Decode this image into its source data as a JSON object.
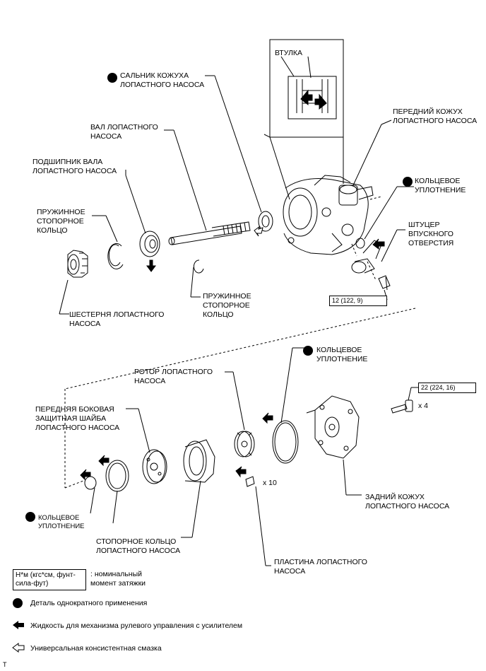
{
  "labels": {
    "oil_seal": "САЛЬНИК КОЖУХА\nЛОПАСТНОГО НАСОСА",
    "bushing": "ВТУЛКА",
    "shaft": "ВАЛ ЛОПАСТНОГО\nНАСОСА",
    "shaft_bearing": "ПОДШИПНИК ВАЛА\nЛОПАСТНОГО НАСОСА",
    "front_housing": "ПЕРЕДНИЙ КОЖУХ\nЛОПАСТНОГО НАСОСА",
    "oring_top": "КОЛЬЦЕВОЕ\nУПЛОТНЕНИЕ",
    "snap_ring_left": "ПРУЖИННОЕ\nСТОПОРНОЕ\nКОЛЬЦО",
    "suction_port": "ШТУЦЕР\nВПУСКНОГО\nОТВЕРСТИЯ",
    "snap_ring_mid": "ПРУЖИННОЕ\nСТОПОРНОЕ\nКОЛЬЦО",
    "pulley": "ШЕСТЕРНЯ ЛОПАСТНОГО\nНАСОСА",
    "oring_mid": "КОЛЬЦЕВОЕ\nУПЛОТНЕНИЕ",
    "rotor": "РОТОР ЛОПАСТНОГО\nНАСОСА",
    "side_plate": "ПЕРЕДНЯЯ БОКОВАЯ\nЗАЩИТНАЯ ШАЙБА\nЛОПАСТНОГО НАСОСА",
    "rear_housing": "ЗАДНИЙ КОЖУХ\nЛОПАСТНОГО НАСОСА",
    "oring_bottom": "КОЛЬЦЕВОЕ\nУПЛОТНЕНИЕ",
    "cam_ring": "СТОПОРНОЕ КОЛЬЦО\nЛОПАСТНОГО НАСОСА",
    "vane_plate": "ПЛАСТИНА ЛОПАСТНОГО\nНАСОСА",
    "qty_plates": "x 10",
    "qty_bolts": "x 4"
  },
  "torques": {
    "suction_bolt": "12 (122, 9)",
    "rear_bolts": "22 (224, 16)"
  },
  "legend": {
    "unit_box": "Н*м (кгс*см, фунт-\nсила-фут)",
    "unit_desc": ": номинальный\nмомент затяжки",
    "non_reusable": "Деталь однократного применения",
    "ps_fluid": "Жидкость для механизма рулевого управления с усилителем",
    "mp_grease": "Универсальная консистентная смазка",
    "corner_mark": "T"
  }
}
